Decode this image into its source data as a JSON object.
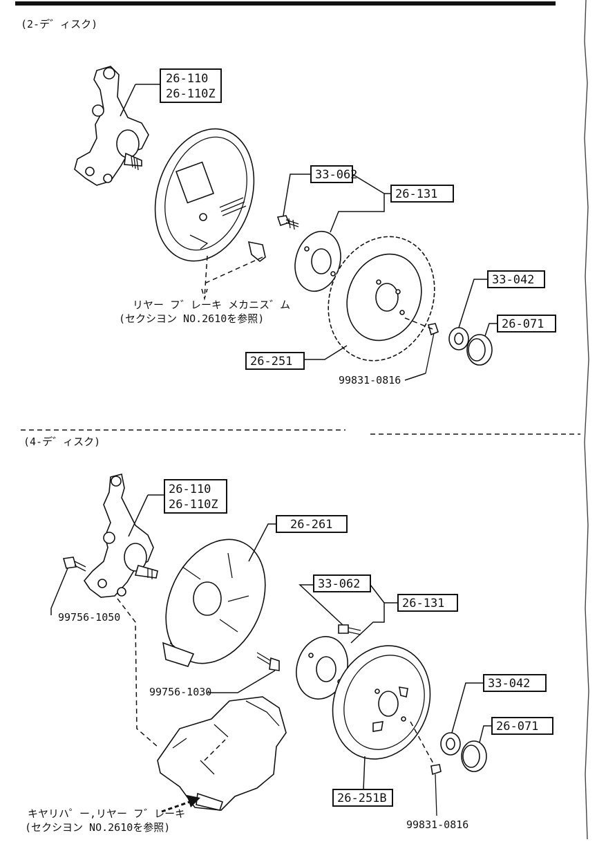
{
  "sections": [
    {
      "heading": "(2-デ゛ィスク)",
      "callouts": {
        "knuckle": [
          "26-110",
          "26-110Z"
        ],
        "bolt": "33-062",
        "hub": "26-131",
        "drum": "26-251",
        "nut": "33-042",
        "cap": "26-071",
        "screw": "99831-0816"
      },
      "note_lines": [
        "リヤー フ゛レーキ メカニス゛ム",
        "(セクシヨン NO.2610を参照)"
      ]
    },
    {
      "heading": "(4-デ゛ィスク)",
      "callouts": {
        "knuckle": [
          "26-110",
          "26-110Z"
        ],
        "dust_cover": "26-261",
        "bolt": "33-062",
        "hub": "26-131",
        "knuckle_bolt": "99756-1050",
        "caliper_bolt": "99756-1030",
        "disc": "26-251B",
        "nut": "33-042",
        "cap": "26-071",
        "screw": "99831-0816"
      },
      "note_lines": [
        "キヤリハ゜ー,リヤー フ゛レーキ",
        "(セクシヨン NO.2610を参照)"
      ]
    }
  ]
}
